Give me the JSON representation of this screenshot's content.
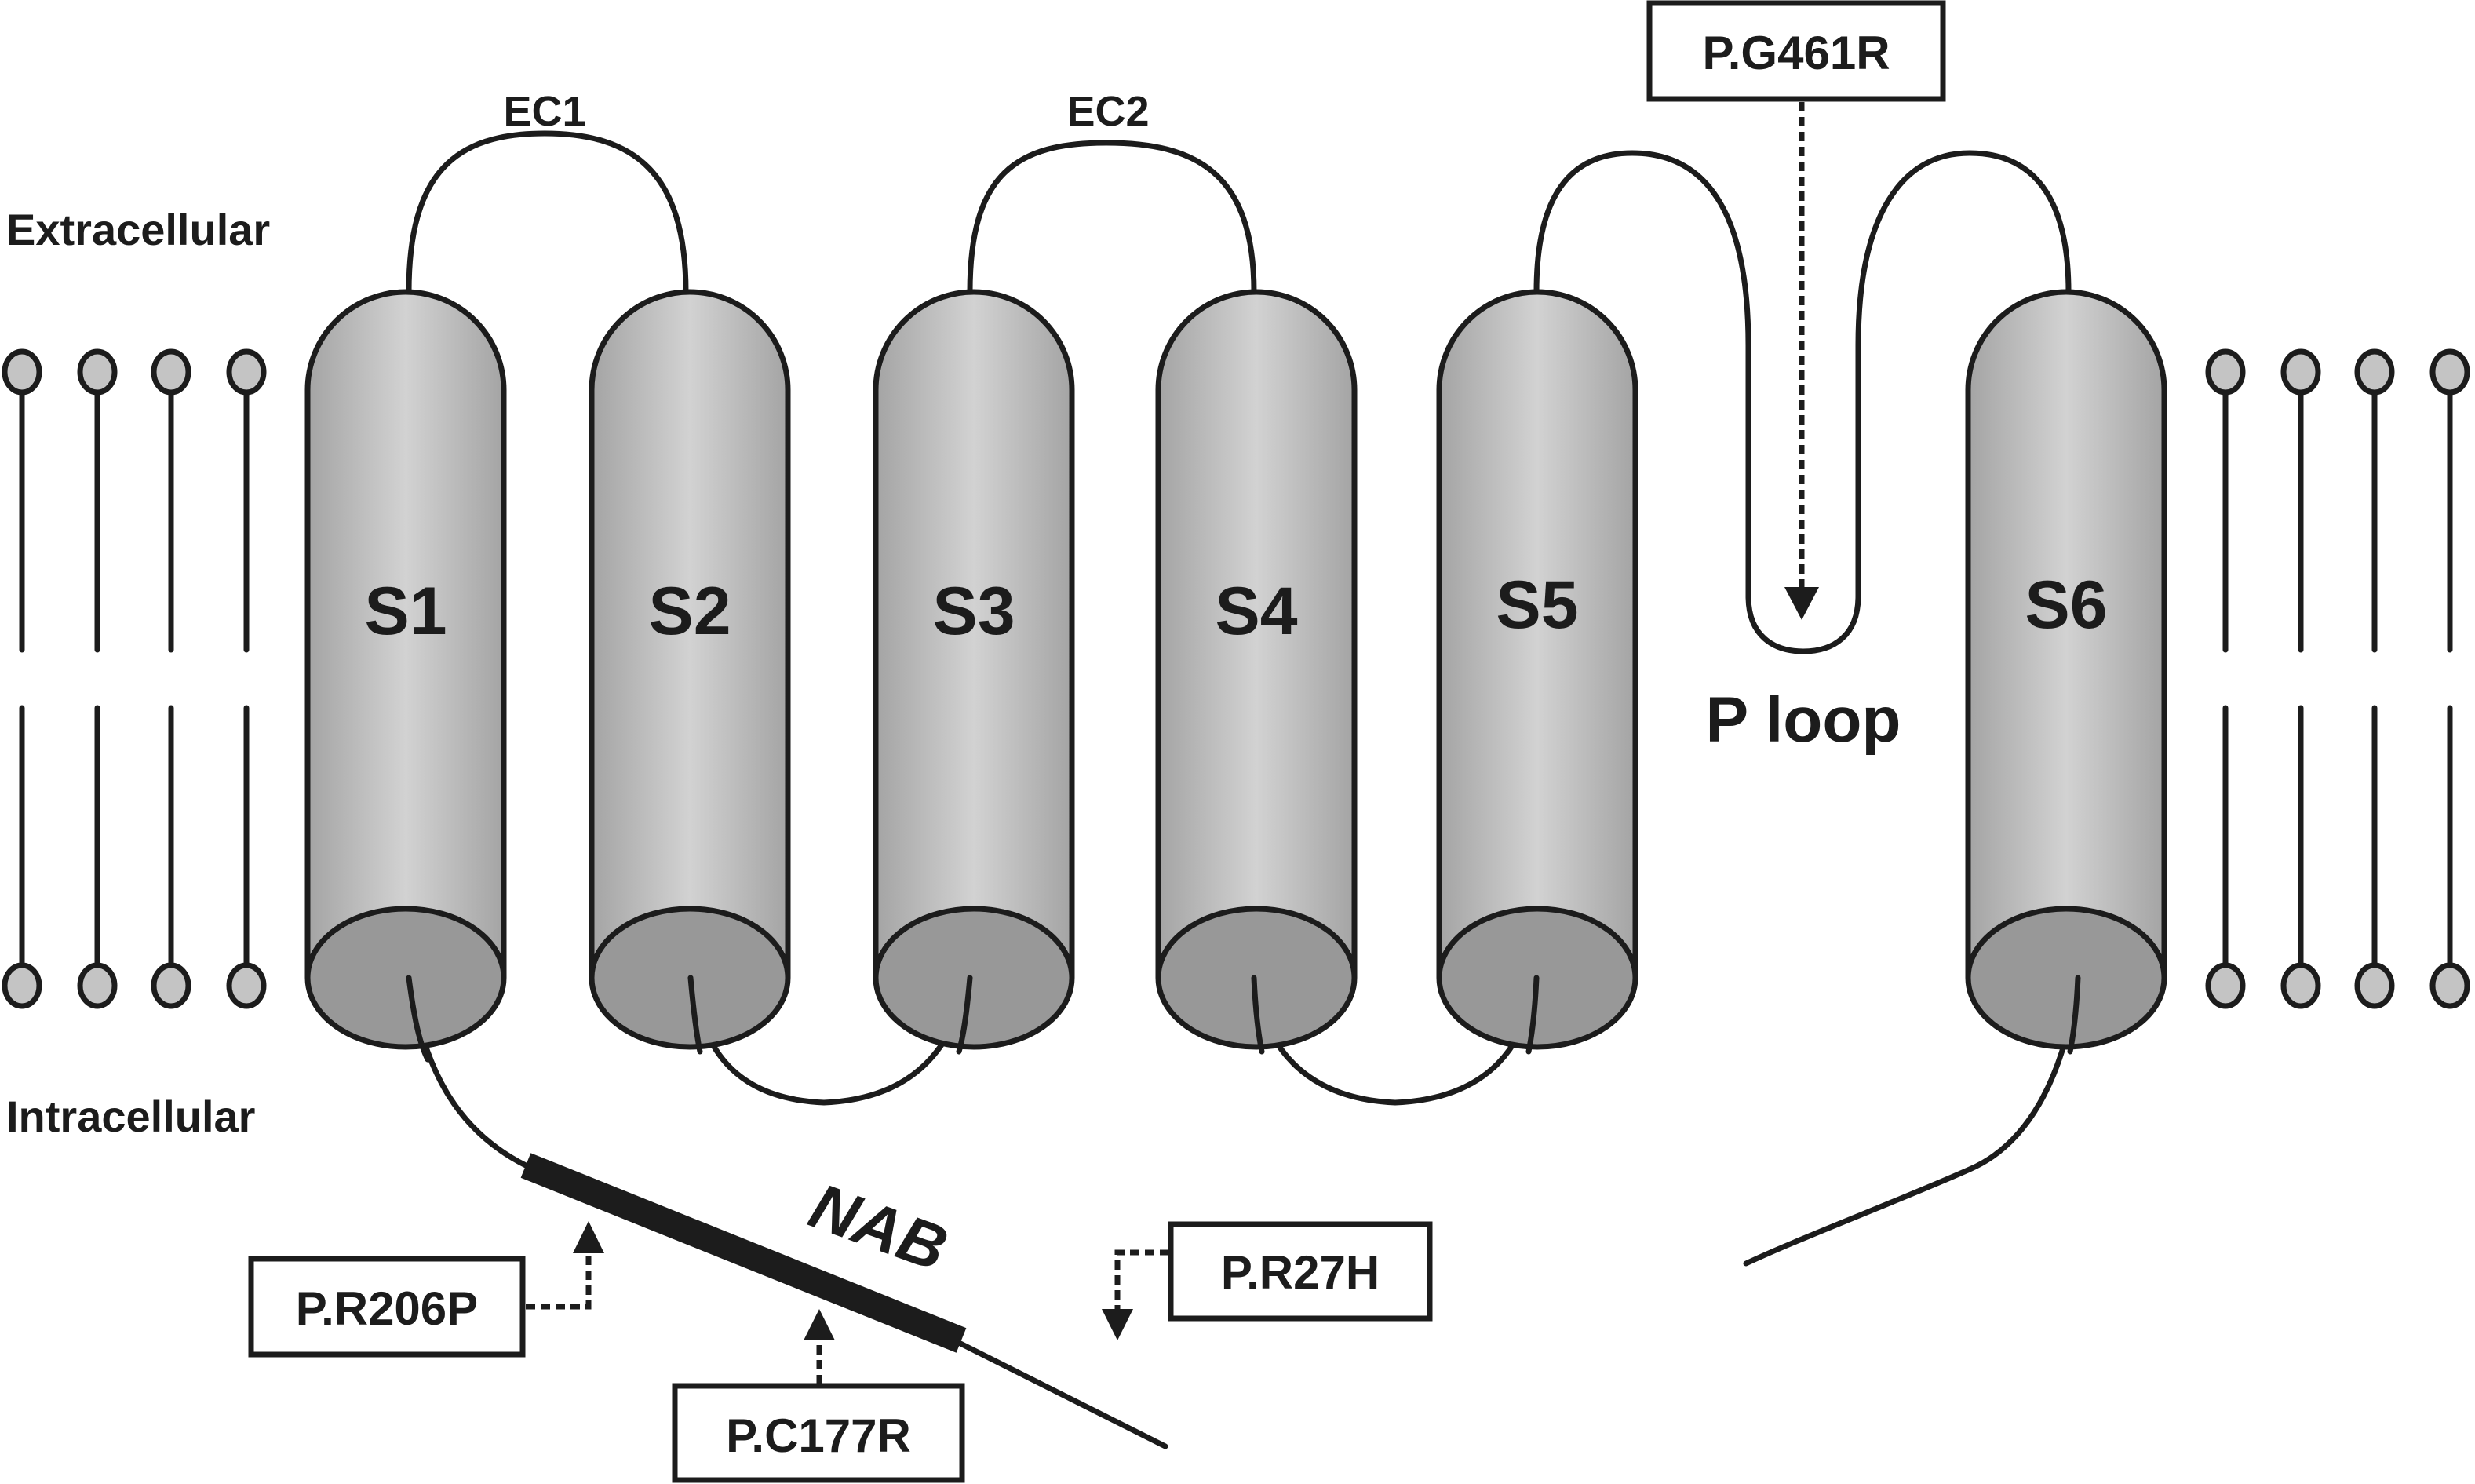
{
  "diagram": {
    "regions": {
      "extracellular": "Extracellular",
      "intracellular": "Intracellular"
    },
    "segments": [
      {
        "id": "S1",
        "label": "S1"
      },
      {
        "id": "S2",
        "label": "S2"
      },
      {
        "id": "S3",
        "label": "S3"
      },
      {
        "id": "S4",
        "label": "S4"
      },
      {
        "id": "S5",
        "label": "S5"
      },
      {
        "id": "S6",
        "label": "S6"
      }
    ],
    "loops": {
      "ec1": "EC1",
      "ec2": "EC2",
      "p_loop": "P loop"
    },
    "domains": {
      "nab": "NAB"
    },
    "mutations": [
      {
        "id": "g461r",
        "label": "P.G461R",
        "location": "P loop"
      },
      {
        "id": "r206p",
        "label": "P.R206P",
        "location": "NAB"
      },
      {
        "id": "c177r",
        "label": "P.C177R",
        "location": "NAB"
      },
      {
        "id": "r27h",
        "label": "P.R27H",
        "location": "N-terminus"
      }
    ],
    "colors": {
      "stroke": "#1c1c1c",
      "cylinder_light": "#d2d2d2",
      "cylinder_dark": "#a6a6a6",
      "cylinder_end": "#989898",
      "lipid_head": "#c4c4c4"
    },
    "lipids_per_side": 4
  }
}
